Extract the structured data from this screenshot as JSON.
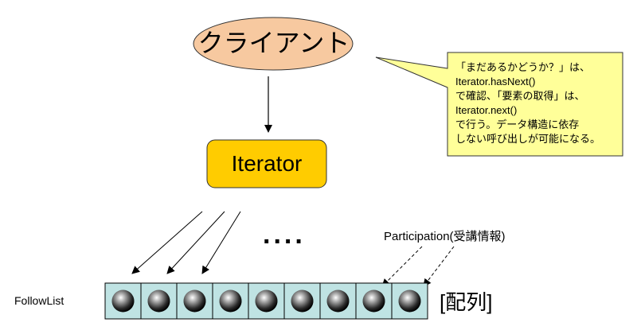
{
  "client": {
    "label": "クライアント"
  },
  "iterator": {
    "label": "Iterator"
  },
  "note": {
    "lines": [
      "「まだあるかどうか？」は、",
      "Iterator.hasNext()",
      "で確認、「要素の取得」は、",
      "Iterator.next()",
      "で行う。データ構造に依存",
      "しない呼び出しが可能になる。"
    ]
  },
  "ellipsis": "....",
  "participation": {
    "label": "Participation(受講情報)"
  },
  "followlist": {
    "label": "FollowList",
    "cell_count": 9
  },
  "array": {
    "label": "[配列]"
  },
  "colors": {
    "client_fill": "#F7C9A0",
    "iterator_fill": "#FFCC00",
    "note_fill": "#FFFF99",
    "cell_fill": "#BFE3E3"
  }
}
